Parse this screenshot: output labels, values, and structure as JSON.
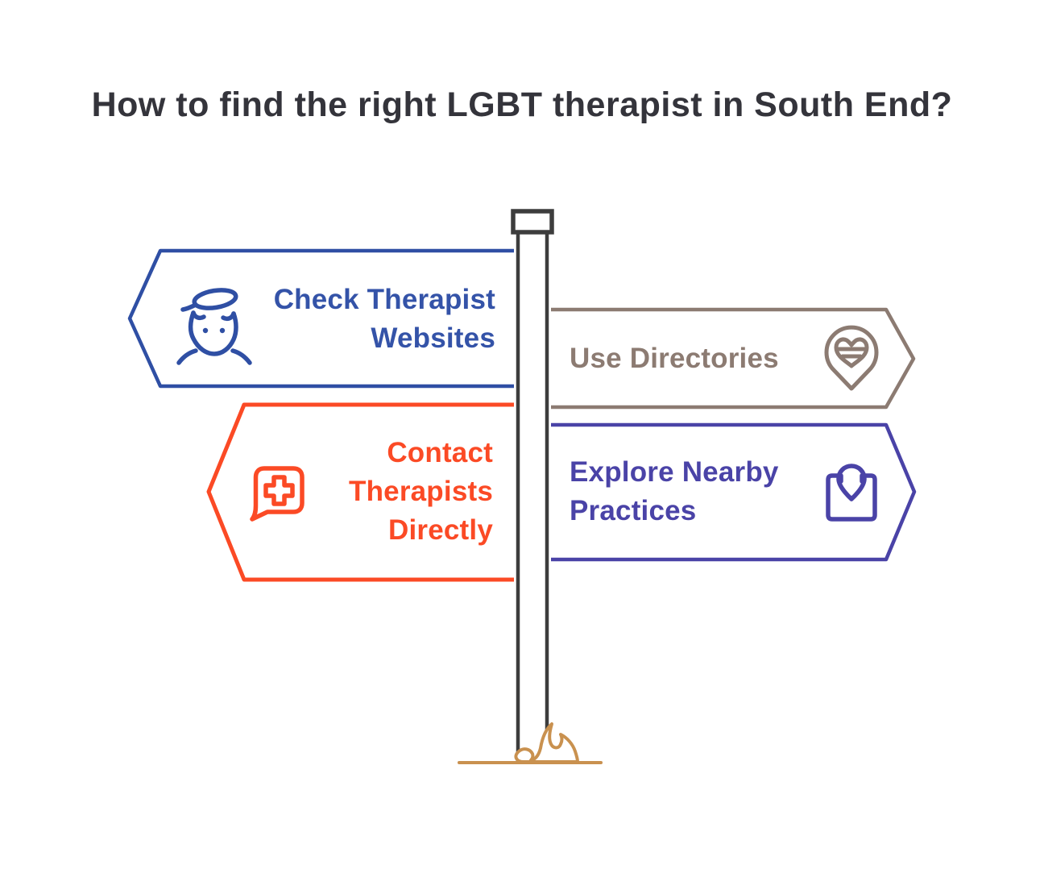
{
  "title": "How to find the right LGBT therapist in South End?",
  "signpost": {
    "signs": [
      {
        "label": "Check Therapist Websites",
        "direction": "left",
        "color": "#3453A8",
        "icon": "person-halo-icon"
      },
      {
        "label": "Use Directories",
        "direction": "right",
        "color": "#8C7B72",
        "icon": "heart-location-pin-icon"
      },
      {
        "label": "Contact Therapists Directly",
        "direction": "left",
        "color": "#FB4A25",
        "icon": "chat-bubble-medical-cross-icon"
      },
      {
        "label": "Explore Nearby Practices",
        "direction": "right",
        "color": "#4A43A7",
        "icon": "map-location-pin-icon"
      }
    ],
    "pole_color": "#3D3D3D",
    "ground_color": "#C9914F",
    "title_color": "#34343B",
    "background_color": "#FFFFFF"
  }
}
